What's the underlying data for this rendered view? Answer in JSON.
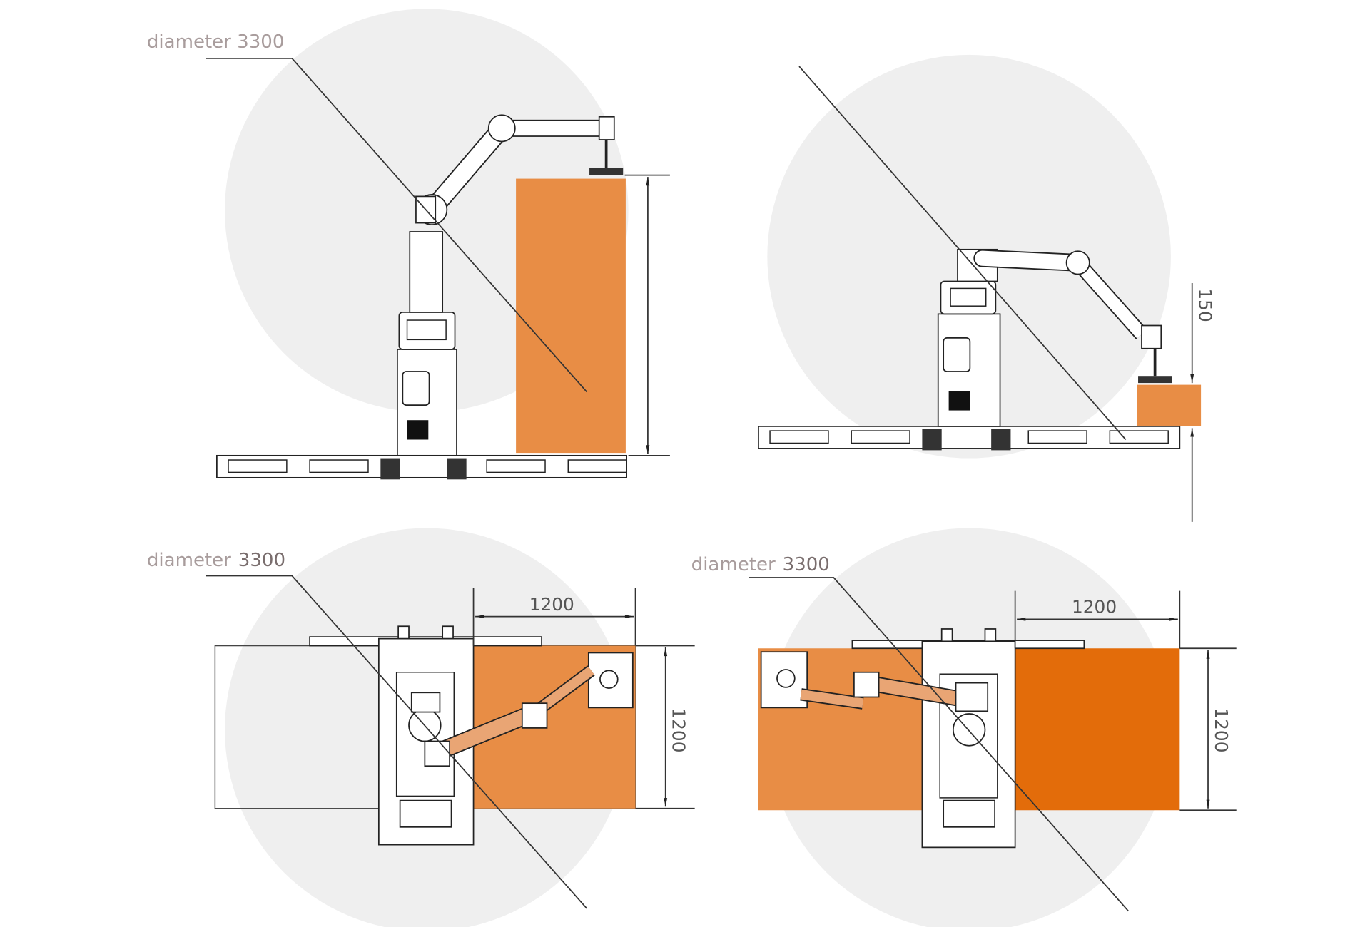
{
  "colors": {
    "reach": "#efefef",
    "zone_light": "#e88d45",
    "zone_dark": "#e36c0a",
    "label": "#a89c9c"
  },
  "panels": [
    {
      "name": "side-view-tall-stack",
      "diameter_label": "diameter 3300"
    },
    {
      "name": "side-view-low-stack",
      "dimension": "150"
    },
    {
      "name": "top-view-left-zone",
      "diameter_prefix": "diameter",
      "diameter_value": "3300",
      "width_dim": "1200",
      "depth_dim": "1200"
    },
    {
      "name": "top-view-right-zone",
      "diameter_prefix": "diameter",
      "diameter_value": "3300",
      "width_dim": "1200",
      "depth_dim": "1200"
    }
  ]
}
